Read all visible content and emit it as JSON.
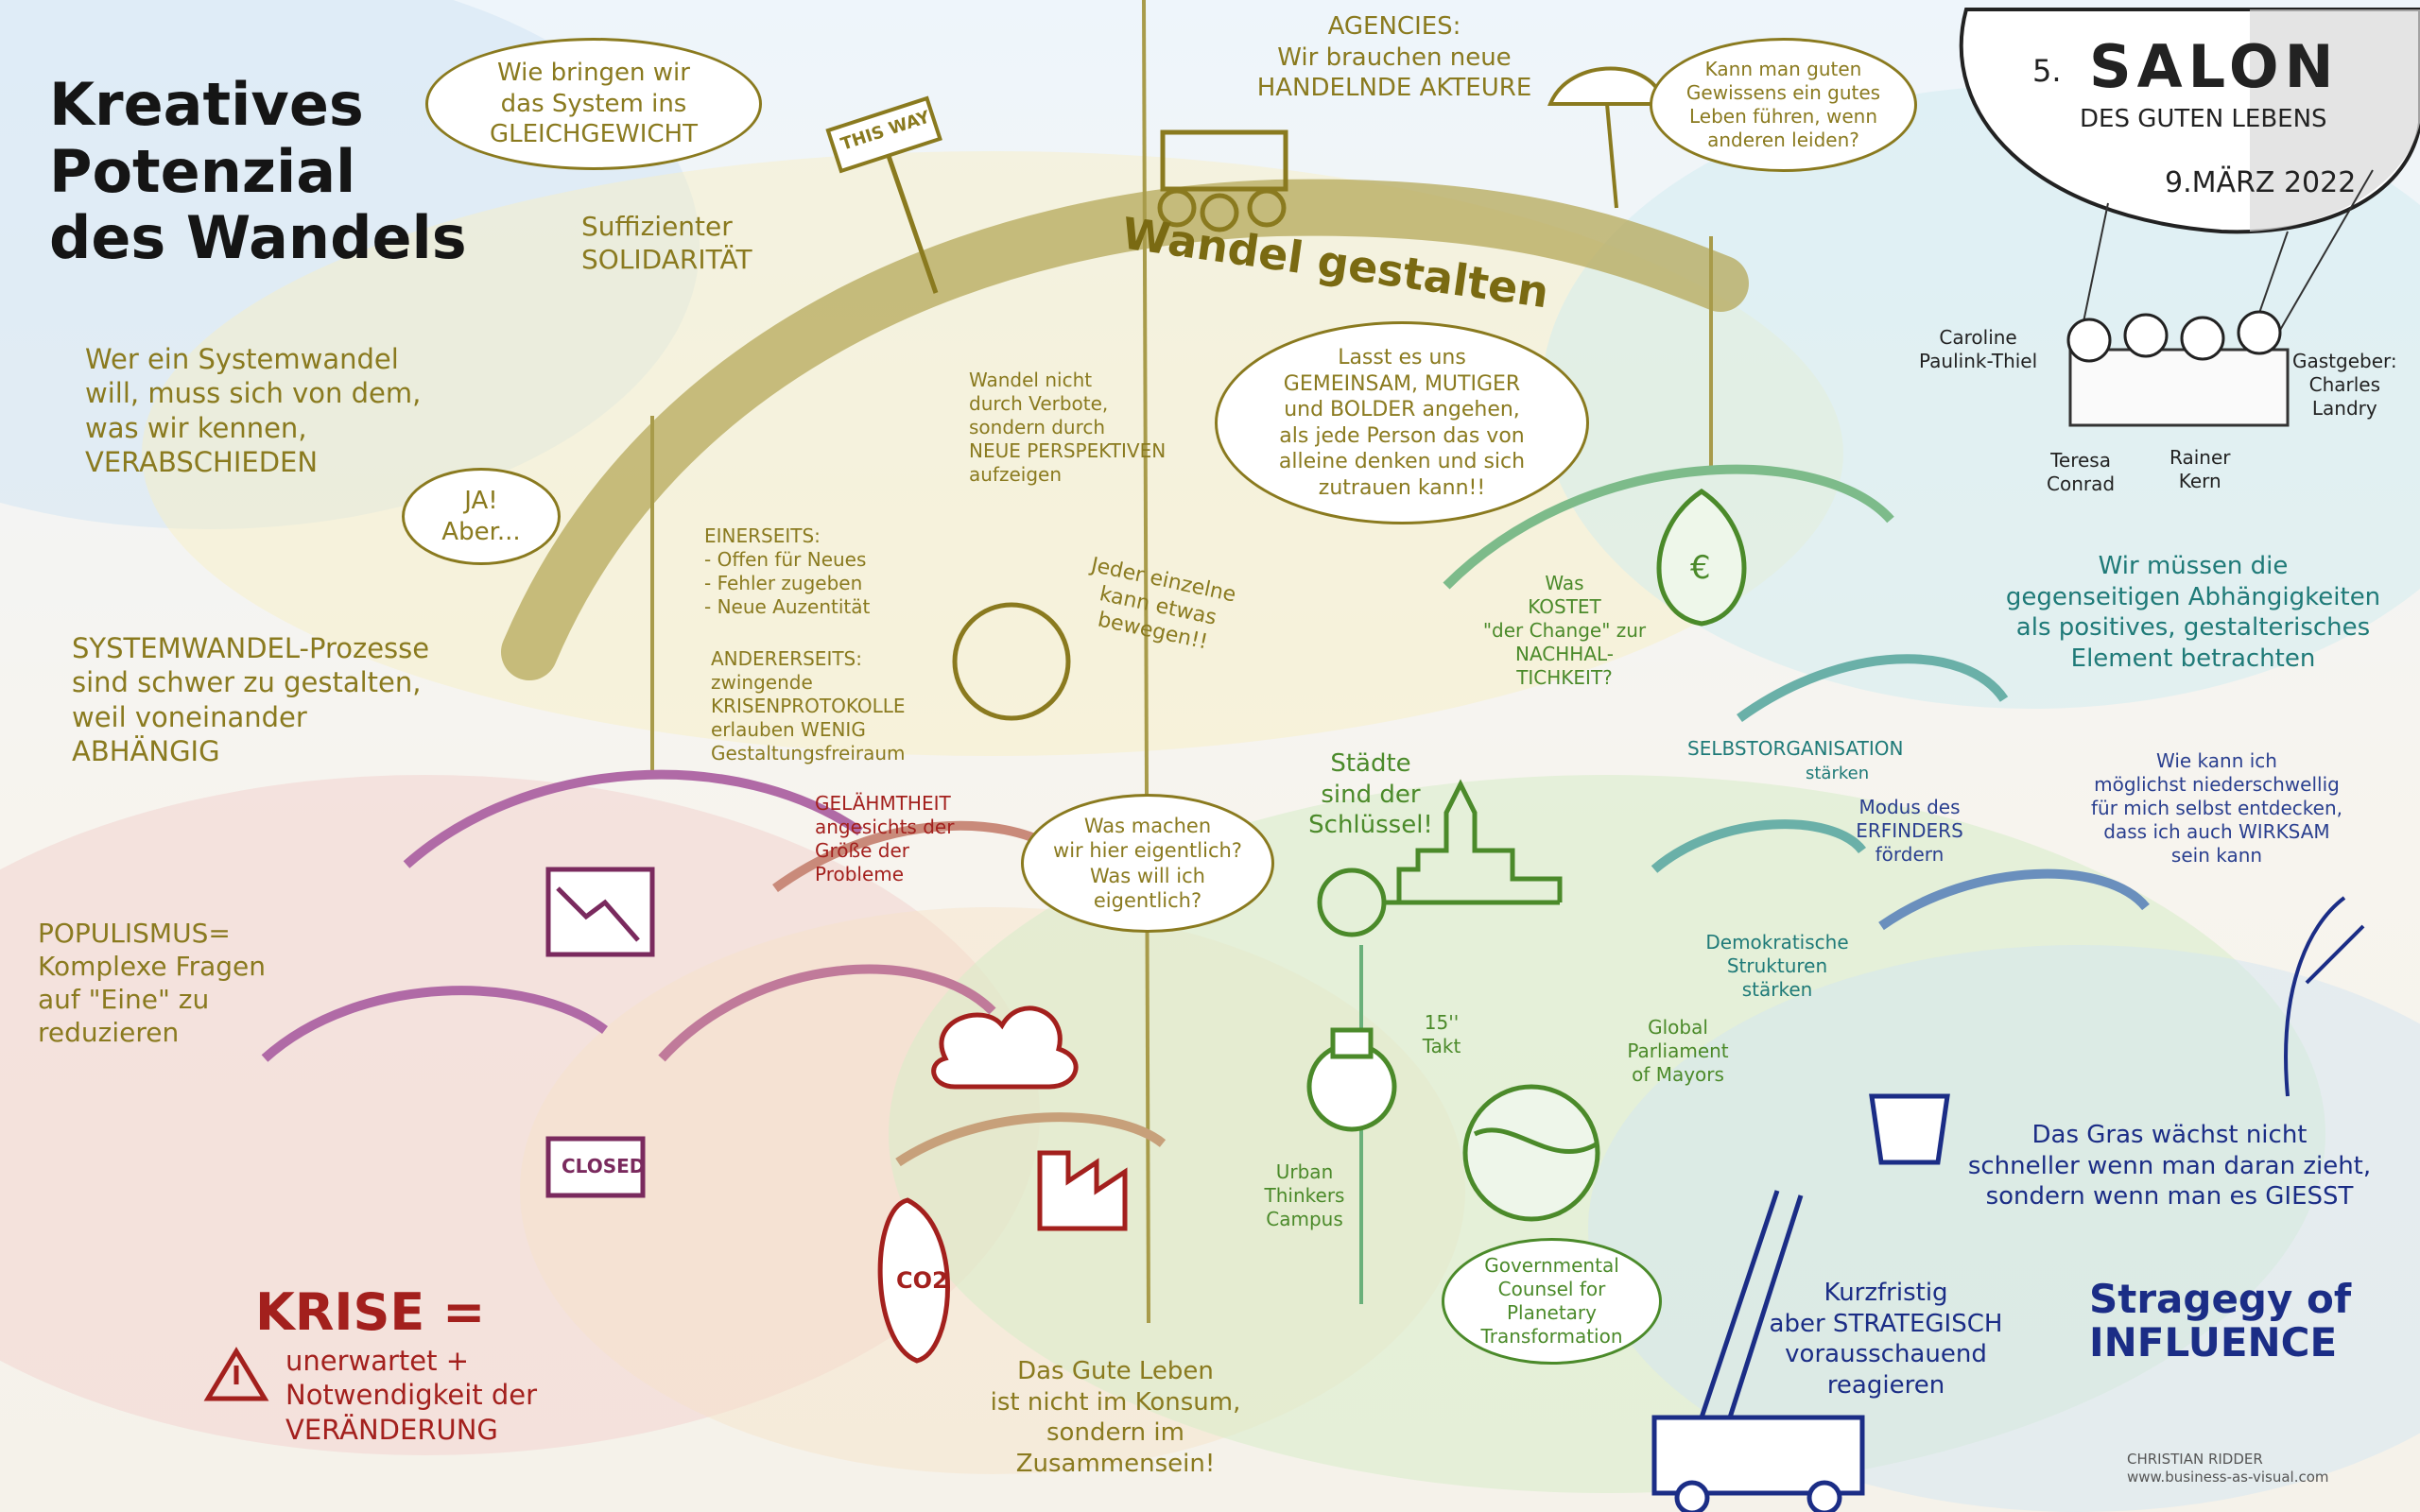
{
  "title": "Kreatives\nPotenzial\ndes Wandels",
  "event": {
    "number": "5.",
    "name": "SALON",
    "subtitle": "DES GUTEN LEBENS",
    "date": "9.MÄRZ 2022"
  },
  "people": {
    "caroline": "Caroline\nPaulink-Thiel",
    "host": "Gastgeber:\nCharles\nLandry",
    "teresa": "Teresa\nConrad",
    "rainer": "Rainer\nKern"
  },
  "arc_label": "Wandel gestalten",
  "bubbles": {
    "gleichgewicht": "Wie bringen wir\ndas System ins\nGLEICHGEWICHT",
    "ja_aber": "JA!\nAber...",
    "gewissen": "Kann man guten\nGewissens ein gutes\nLeben führen, wenn\nanderen leiden?",
    "gemeinsam": "Lasst es uns\nGEMEINSAM, MUTIGER\nund BOLDER angehen,\nals jede Person das von\nalleine denken und sich\nzutrauen kann!!",
    "einzelne": "Jeder einzelne\nkann etwas\nbewegen!!",
    "was_machen": "Was machen\nwir hier eigentlich?\nWas will ich\neigentlich?",
    "governmental": "Governmental\nCounsel for\nPlanetary\nTransformation"
  },
  "sign": "THIS WAY",
  "closed_sign": "CLOSED",
  "co2": "CO2",
  "texts": {
    "agencies": "AGENCIES:\nWir brauchen neue\nHANDELNDE AKTEURE",
    "solidaritaet": "Suffizienter\nSOLIDARITÄT",
    "systemwandel": "Wer ein Systemwandel\nwill, muss sich von dem,\nwas wir kennen,\nVERABSCHIEDEN",
    "verbote": "Wandel nicht\ndurch Verbote,\nsondern durch\nNEUE PERSPEKTIVEN\naufzeigen",
    "einerseits": "EINERSEITS:\n- Offen für Neues\n- Fehler zugeben\n- Neue Auzentität",
    "andererseits": "ANDERERSEITS:\nzwingende\nKRISENPROTOKOLLE\nerlauben WENIG\nGestaltungsfreiraum",
    "prozesse": "SYSTEMWANDEL-Prozesse\nsind schwer zu gestalten,\nweil voneinander\nABHÄNGIG",
    "kostet": "Was\nKOSTET\n\"der Change\" zur\nNACHHAL-\nTICHKEIT?",
    "abhaengigkeiten": "Wir müssen die\ngegenseitigen Abhängigkeiten\nals positives, gestalterisches\nElement betrachten",
    "selbstorg": "SELBSTORGANISATION",
    "staerken": "stärken",
    "gelaehmtheit": "GELÄHMTHEIT\nangesichts der\nGröße der\nProbleme",
    "staedte": "Städte\nsind der\nSchlüssel!",
    "erfinder": "Modus des\nERFINDERS\nfördern",
    "niederschwellig": "Wie kann ich\nmöglichst niederschwellig\nfür mich selbst entdecken,\ndass ich auch WIRKSAM\nsein kann",
    "populismus": "POPULISMUS=\nKomplexe Fragen\nauf \"Eine\" zu\nreduzieren",
    "demokratische": "Demokratische\nStrukturen\nstärken",
    "global": "Global\nParliament\nof Mayors",
    "takt": "15''\nTakt",
    "urban": "Urban\nThinkers\nCampus",
    "gras": "Das Gras wächst nicht\nschneller wenn man daran zieht,\nsondern wenn man es GIESST",
    "krise": "KRISE =",
    "krise_sub": "unerwartet +\nNotwendigkeit der\nVERÄNDERUNG",
    "gute_leben": "Das Gute Leben\nist nicht im Konsum,\nsondern im\nZusammensein!",
    "kurzfristig": "Kurzfristig\naber STRATEGISCH\nvorausschauend\nreagieren",
    "strategy": "Stragegy of\nINFLUENCE",
    "credit": "CHRISTIAN RIDDER\nwww.business-as-visual.com"
  }
}
